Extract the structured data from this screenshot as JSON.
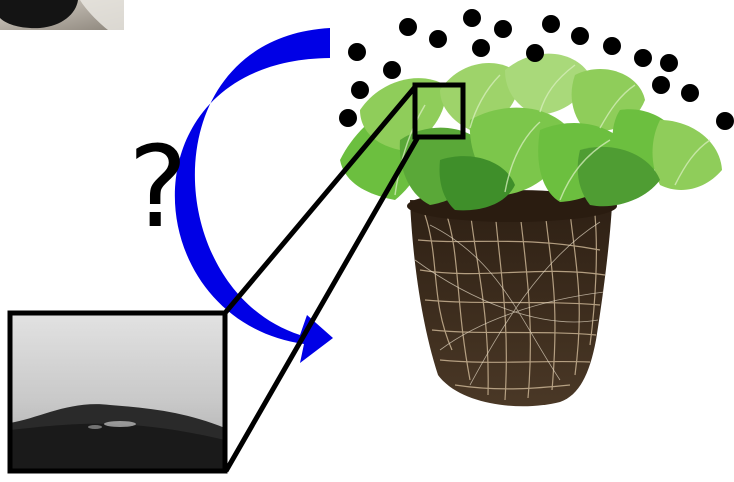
{
  "labels": {
    "question_mark": "?"
  },
  "colors": {
    "arrow": "#0000e6",
    "droplets": "#000000",
    "outline": "#000000",
    "leaf_light": "#9ed36a",
    "leaf_mid": "#6cbf3f",
    "leaf_dark": "#3f8f2a",
    "soil": "#3a2a1a",
    "roots": "#c9b393",
    "droplet_photo_background": "#d8d8d8",
    "droplet_photo_body": "#2a2a2a"
  },
  "icons": {
    "arrow": "curved-arrow",
    "droplets": "droplet-dots",
    "zoom": "magnifier-inset"
  }
}
